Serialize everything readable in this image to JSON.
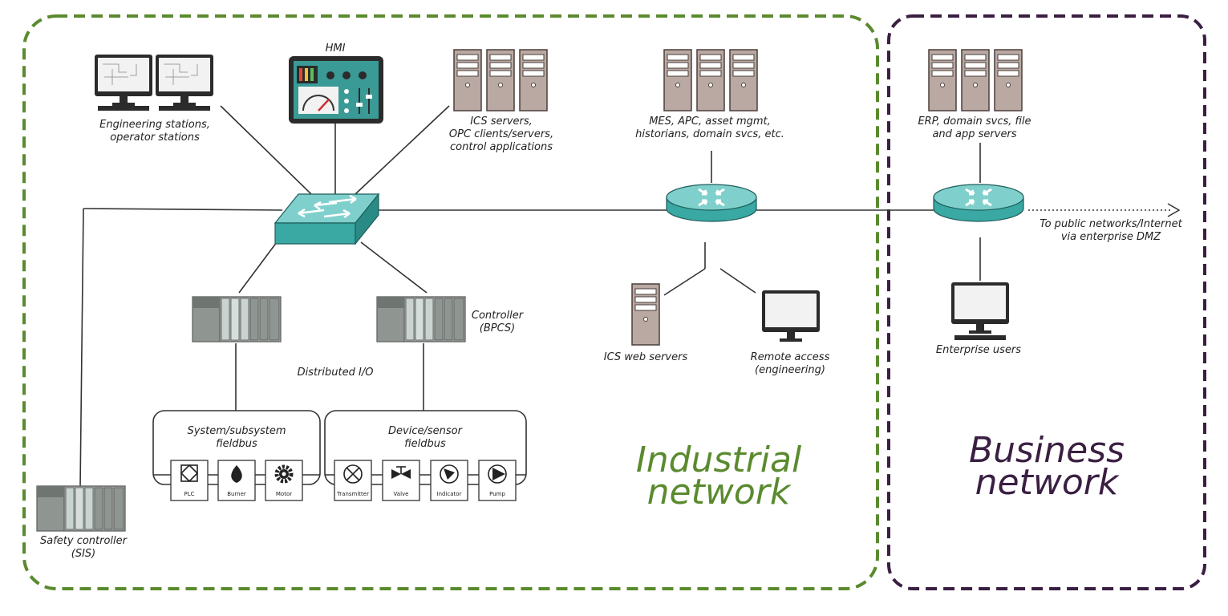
{
  "zones": {
    "industrial": {
      "title_line1": "Industrial",
      "title_line2": "network",
      "color": "#5a8a2e"
    },
    "business": {
      "title_line1": "Business",
      "title_line2": "network",
      "color": "#3a1f42"
    }
  },
  "labels": {
    "hmi": "HMI",
    "eng_line1": "Engineering stations,",
    "eng_line2": "operator stations",
    "ics_line1": "ICS servers,",
    "ics_line2": "OPC clients/servers,",
    "ics_line3": "control applications",
    "mes_line1": "MES, APC, asset mgmt,",
    "mes_line2": "historians, domain svcs, etc.",
    "erp_line1": "ERP, domain svcs, file",
    "erp_line2": "and app servers",
    "internet_line1": "To public networks/Internet",
    "internet_line2": "via enterprise DMZ",
    "controller_line1": "Controller",
    "controller_line2": "(BPCS)",
    "distributed_io": "Distributed I/O",
    "sys_fieldbus_line1": "System/subsystem",
    "sys_fieldbus_line2": "fieldbus",
    "dev_fieldbus_line1": "Device/sensor",
    "dev_fieldbus_line2": "fieldbus",
    "ics_web": "ICS web servers",
    "remote_line1": "Remote access",
    "remote_line2": "(engineering)",
    "enterprise_users": "Enterprise users",
    "safety_line1": "Safety controller",
    "safety_line2": "(SIS)"
  },
  "devices": {
    "plc": "PLC",
    "burner": "Burner",
    "motor": "Motor",
    "transmitter": "Transmitter",
    "valve": "Valve",
    "indicator": "Indicator",
    "pump": "Pump"
  },
  "colors": {
    "switch": "#3aa8a3",
    "router": "#7fd0cc",
    "server": "#b9a9a2",
    "controller": "#a9b0ac"
  }
}
